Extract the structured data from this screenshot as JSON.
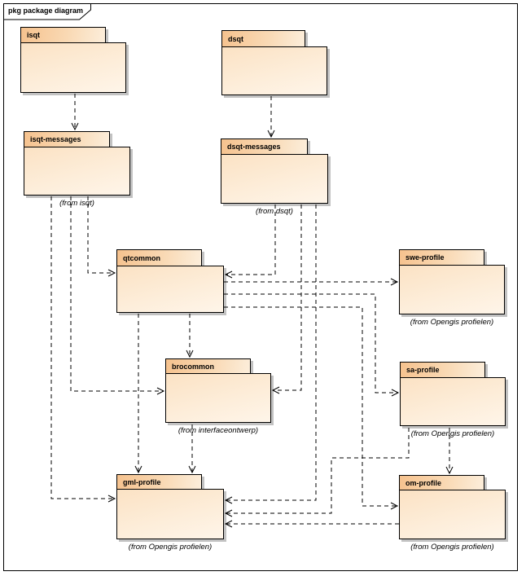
{
  "frame": {
    "label": "pkg package diagram"
  },
  "packages": [
    {
      "name": "isqt",
      "annotation": ""
    },
    {
      "name": "dsqt",
      "annotation": ""
    },
    {
      "name": "isqt-messages",
      "annotation": "(from isqt)"
    },
    {
      "name": "dsqt-messages",
      "annotation": "(from dsqt)"
    },
    {
      "name": "qtcommon",
      "annotation": ""
    },
    {
      "name": "swe-profile",
      "annotation": "(from Opengis profielen)"
    },
    {
      "name": "brocommon",
      "annotation": "(from interfaceontwerp)"
    },
    {
      "name": "sa-profile",
      "annotation": "(from Opengis profielen)"
    },
    {
      "name": "gml-profile",
      "annotation": "(from Opengis profielen)"
    },
    {
      "name": "om-profile",
      "annotation": "(from Opengis profielen)"
    }
  ],
  "connections": [
    {
      "from": "isqt",
      "to": "isqt-messages",
      "type": "dashed-dependency"
    },
    {
      "from": "dsqt",
      "to": "dsqt-messages",
      "type": "dashed-dependency"
    },
    {
      "from": "isqt-messages",
      "to": "qtcommon",
      "type": "dashed-dependency"
    },
    {
      "from": "isqt-messages",
      "to": "brocommon",
      "type": "dashed-dependency"
    },
    {
      "from": "isqt-messages",
      "to": "gml-profile",
      "type": "dashed-dependency"
    },
    {
      "from": "dsqt-messages",
      "to": "qtcommon",
      "type": "dashed-dependency"
    },
    {
      "from": "dsqt-messages",
      "to": "brocommon",
      "type": "dashed-dependency"
    },
    {
      "from": "dsqt-messages",
      "to": "gml-profile",
      "type": "dashed-dependency"
    },
    {
      "from": "qtcommon",
      "to": "swe-profile",
      "type": "dashed-dependency"
    },
    {
      "from": "qtcommon",
      "to": "sa-profile",
      "type": "dashed-dependency"
    },
    {
      "from": "qtcommon",
      "to": "om-profile",
      "type": "dashed-dependency"
    },
    {
      "from": "qtcommon",
      "to": "brocommon",
      "type": "dashed-dependency"
    },
    {
      "from": "qtcommon",
      "to": "gml-profile",
      "type": "dashed-dependency"
    },
    {
      "from": "brocommon",
      "to": "gml-profile",
      "type": "dashed-dependency"
    },
    {
      "from": "sa-profile",
      "to": "om-profile",
      "type": "dashed-dependency"
    },
    {
      "from": "sa-profile",
      "to": "gml-profile",
      "type": "dashed-dependency"
    },
    {
      "from": "om-profile",
      "to": "gml-profile",
      "type": "dashed-dependency"
    }
  ],
  "colors": {
    "background": "#ffffff",
    "border": "#000000",
    "tab_gradient_start": "#f6c28e",
    "tab_gradient_end": "#fceedb",
    "body_gradient_start": "#fbe2c4",
    "body_gradient_end": "#fef5e9",
    "shadow": "#c2c2c2",
    "connector": "#000000"
  }
}
